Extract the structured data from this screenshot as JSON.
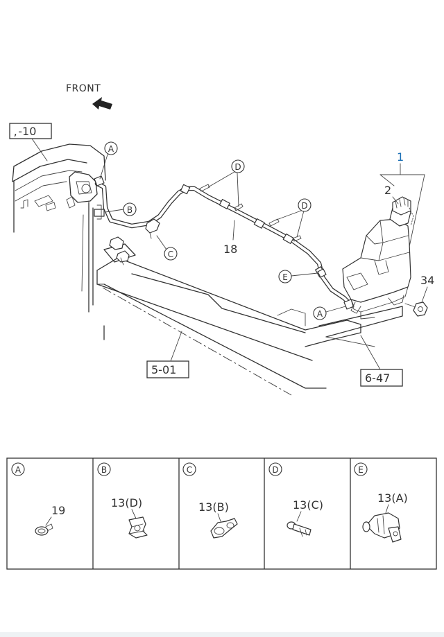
{
  "diagram": {
    "orientation_label": "FRONT",
    "ref_labels": {
      "ref_top_left": " , -10",
      "ref_bottom_left": "5-01",
      "ref_bottom_right": "6-47"
    },
    "part_numbers": {
      "part_1": "1",
      "part_2": "2",
      "part_18": "18",
      "part_34": "34"
    },
    "callouts": {
      "A_top": "A",
      "A_bottom": "A",
      "B": "B",
      "C": "C",
      "D_top": "D",
      "D_mid": "D",
      "E": "E"
    },
    "accent_color": "#1a6fb5"
  },
  "detail_panels": [
    {
      "letter": "A",
      "part": "19"
    },
    {
      "letter": "B",
      "part": "13(D)"
    },
    {
      "letter": "C",
      "part": "13(B)"
    },
    {
      "letter": "D",
      "part": "13(C)"
    },
    {
      "letter": "E",
      "part": "13(A)"
    }
  ]
}
